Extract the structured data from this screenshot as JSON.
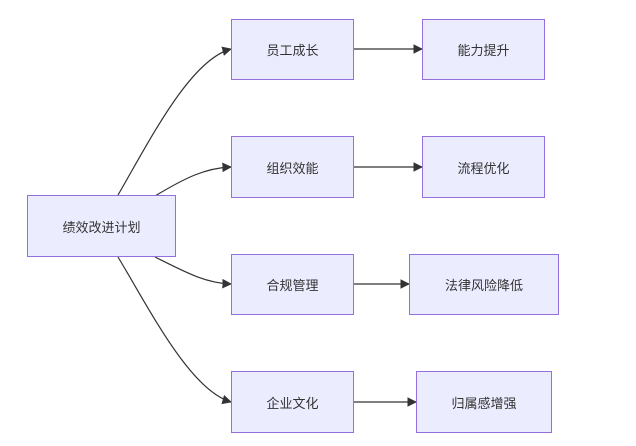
{
  "diagram": {
    "type": "flowchart",
    "direction": "LR",
    "nodes": {
      "root": "绩效改进计划",
      "a1": "员工成长",
      "a2": "能力提升",
      "b1": "组织效能",
      "b2": "流程优化",
      "c1": "合规管理",
      "c2": "法律风险降低",
      "d1": "企业文化",
      "d2": "归属感增强"
    },
    "edges": [
      {
        "from": "root",
        "to": "a1"
      },
      {
        "from": "root",
        "to": "b1"
      },
      {
        "from": "root",
        "to": "c1"
      },
      {
        "from": "root",
        "to": "d1"
      },
      {
        "from": "a1",
        "to": "a2"
      },
      {
        "from": "b1",
        "to": "b2"
      },
      {
        "from": "c1",
        "to": "c2"
      },
      {
        "from": "d1",
        "to": "d2"
      }
    ],
    "colors": {
      "node_fill": "#ECECFF",
      "node_border": "#9370DB",
      "edge": "#333333",
      "text": "#333333"
    }
  }
}
